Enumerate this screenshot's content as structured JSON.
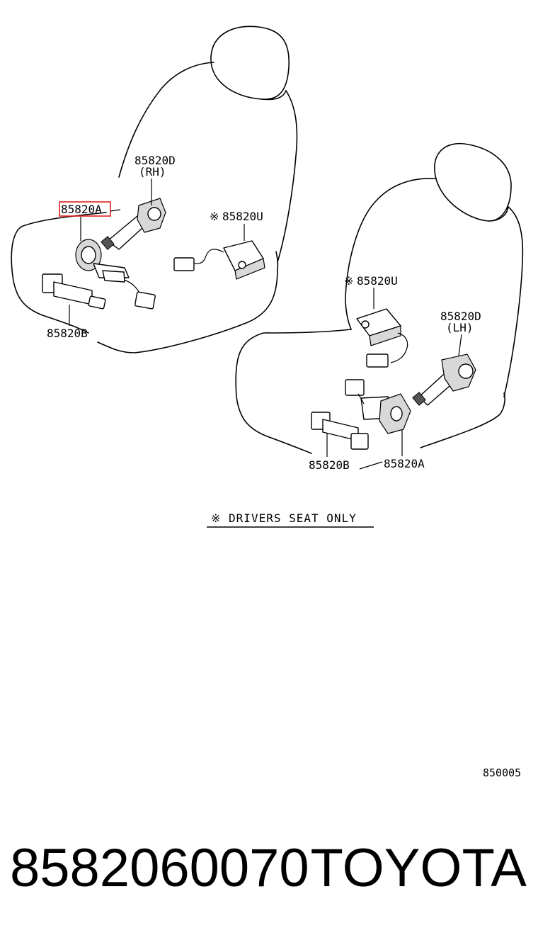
{
  "diagram": {
    "left_seat": {
      "callouts": {
        "recliner_motor": "85820D",
        "recliner_side": "(RH)",
        "lifter_motor": "85820A",
        "control_unit": "85820U",
        "slide_motor": "85820B"
      },
      "control_unit_marker": "※"
    },
    "right_seat": {
      "callouts": {
        "control_unit": "85820U",
        "recliner_motor": "85820D",
        "recliner_side": "(LH)",
        "slide_motor": "85820B",
        "lifter_motor": "85820A"
      },
      "control_unit_marker": "※"
    },
    "highlight": {
      "label": "85820A",
      "color": "#e02020"
    },
    "note": "※ DRIVERS SEAT ONLY",
    "figure_number": "850005"
  },
  "caption": {
    "part_number": "8582060070",
    "brand": "TOYOTA"
  }
}
